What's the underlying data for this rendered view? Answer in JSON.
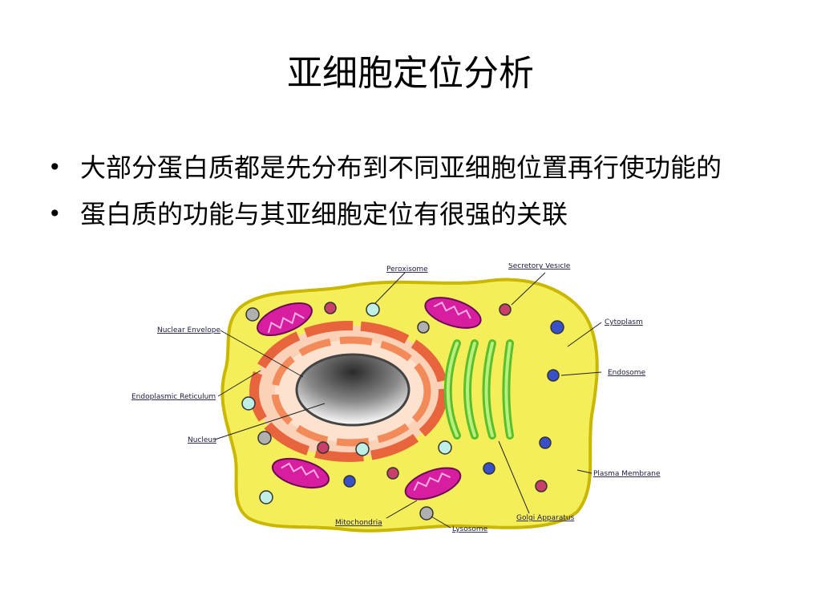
{
  "slide": {
    "title": "亚细胞定位分析",
    "bullets": [
      "大部分蛋白质都是先分布到不同亚细胞位置再行使功能的",
      "蛋白质的功能与其亚细胞定位有很强的关联"
    ]
  },
  "diagram": {
    "labels": {
      "peroxisome": "Peroxisome",
      "secretory_vesicle": "Secretory Vesicle",
      "cytoplasm": "Cytoplasm",
      "nuclear_envelope": "Nuclear Envelope",
      "endosome": "Endosome",
      "endoplasmic_reticulum": "Endoplasmic Reticulum",
      "nucleus": "Nucleus",
      "plasma_membrane": "Plasma Membrane",
      "golgi_apparatus": "Golgi Apparatus",
      "mitochondria": "Mitochondria",
      "lysosome": "Lysosome"
    },
    "colors": {
      "cytoplasm": "#f4ee5a",
      "membrane": "#c9b700",
      "er": "#e8643c",
      "golgi": "#7fe040",
      "mitochondria": "#d81ea0",
      "nucleus_dark": "#2a2a2a"
    }
  }
}
